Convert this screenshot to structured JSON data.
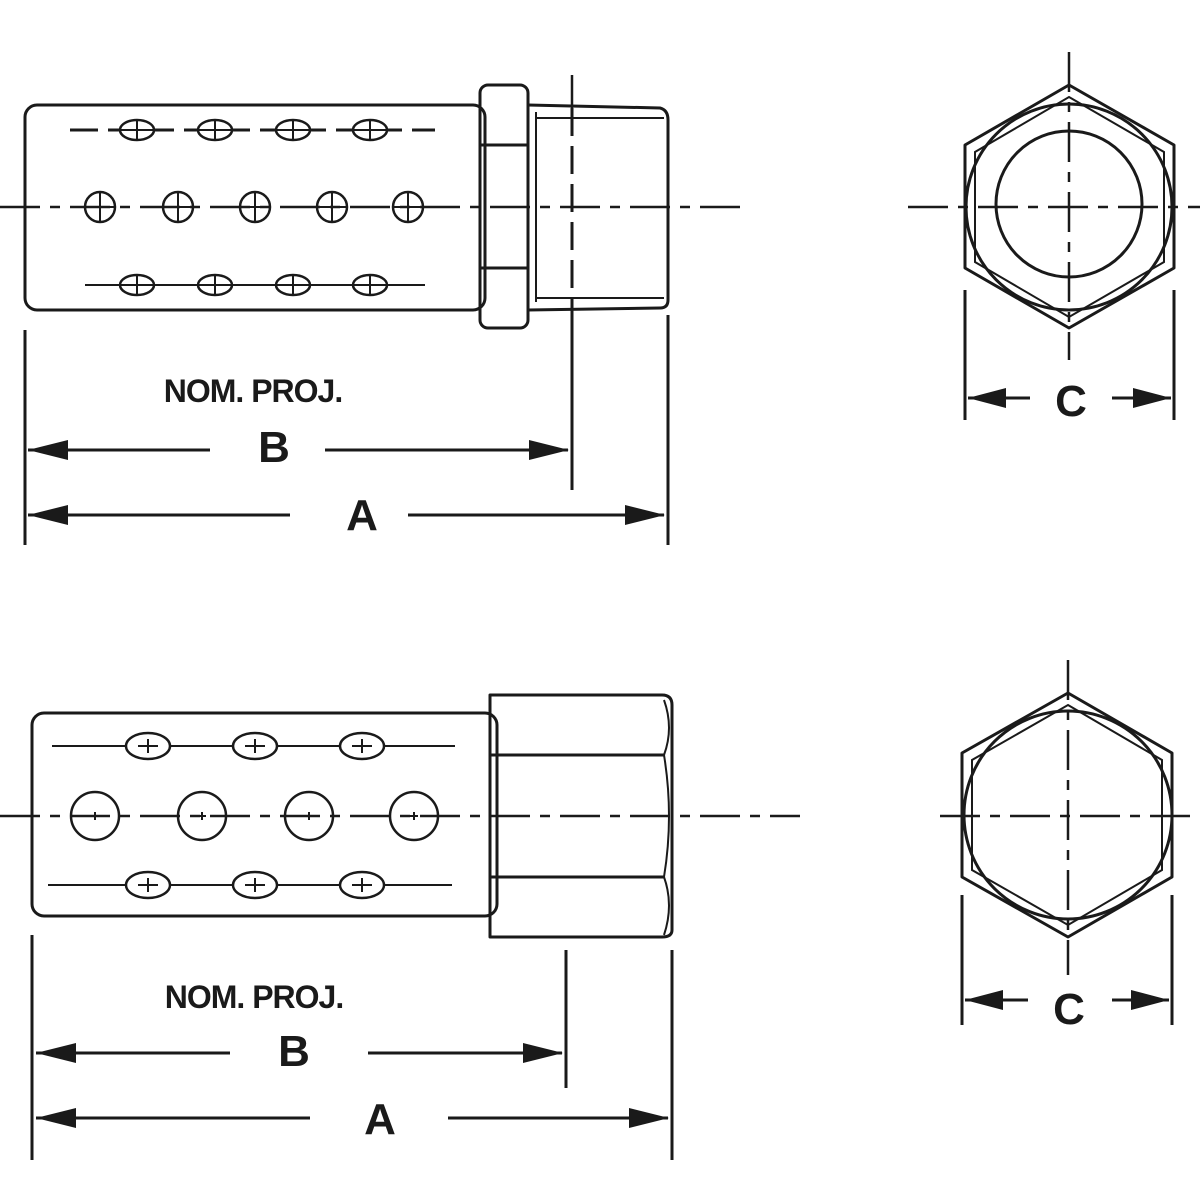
{
  "views": {
    "top_side": {
      "nominal_label": "NOM. PROJ.",
      "dim_b": "B",
      "dim_a": "A"
    },
    "top_end": {
      "dim_c": "C"
    },
    "bottom_side": {
      "nominal_label": "NOM. PROJ.",
      "dim_b": "B",
      "dim_a": "A"
    },
    "bottom_end": {
      "dim_c": "C"
    }
  },
  "colors": {
    "ink": "#1a1a1a",
    "background": "#ffffff"
  }
}
